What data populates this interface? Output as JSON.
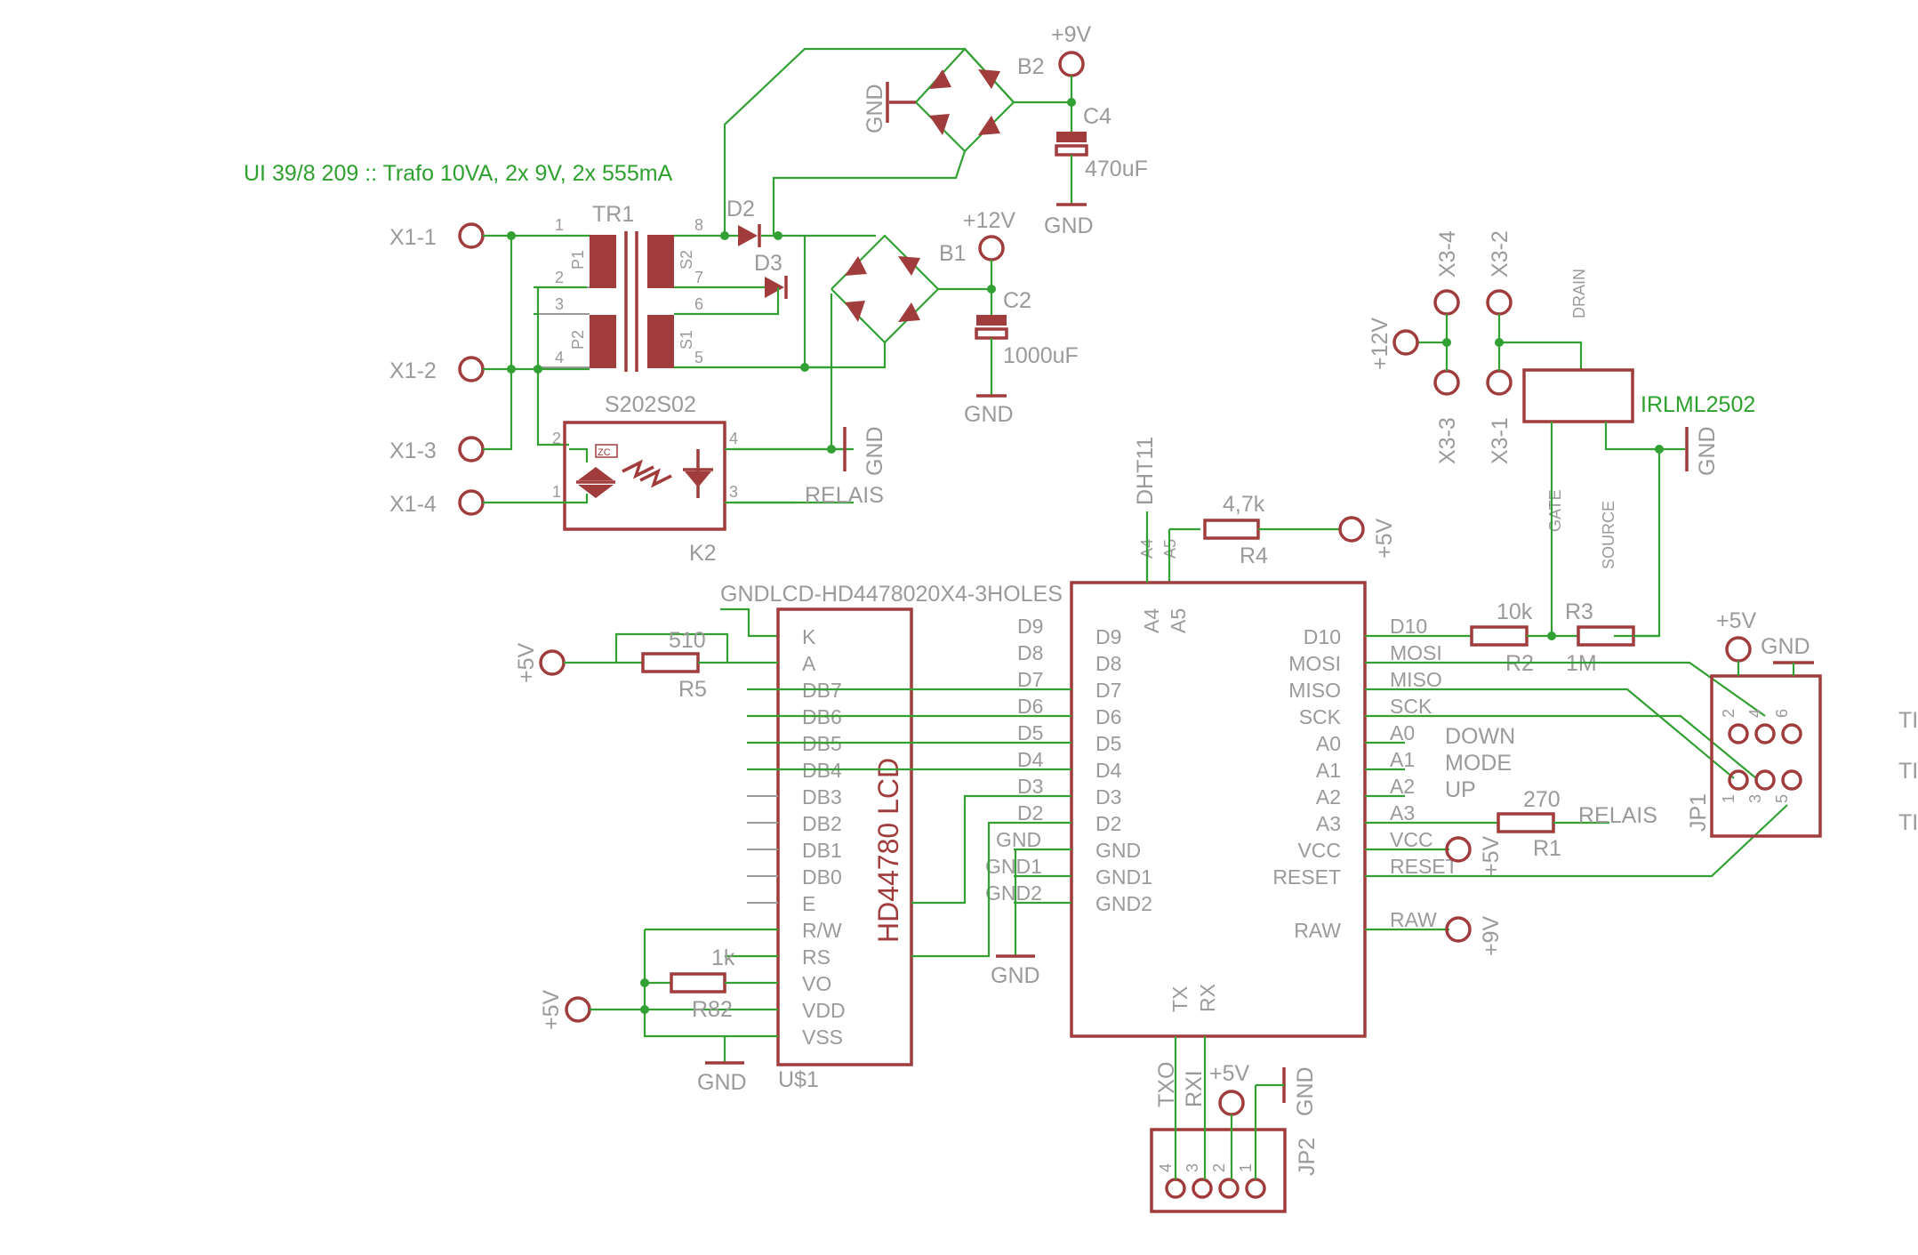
{
  "title": "UI 39/8 209 :: Trafo 10VA, 2x 9V, 2x 555mA",
  "connectors": {
    "x1": [
      "X1-1",
      "X1-2",
      "X1-3",
      "X1-4"
    ],
    "x3": [
      "X3-4",
      "X3-2",
      "X3-3",
      "X3-1"
    ]
  },
  "supplies": {
    "v9": "+9V",
    "v12": "+12V",
    "v5": "+5V",
    "gnd": "GND"
  },
  "transformer": {
    "ref": "TR1",
    "pins": [
      "1",
      "2",
      "3",
      "4",
      "8",
      "7",
      "6",
      "5"
    ],
    "windings": [
      "P1",
      "P2",
      "S2",
      "S1"
    ]
  },
  "diodes": {
    "d2": "D2",
    "d3": "D3"
  },
  "bridges": {
    "b1": "B1",
    "b2": "B2"
  },
  "capacitors": {
    "c4": {
      "ref": "C4",
      "value": "470uF"
    },
    "c2": {
      "ref": "C2",
      "value": "1000uF"
    }
  },
  "relay": {
    "ref": "K2",
    "part": "S202S02",
    "pins": [
      "2",
      "1",
      "4",
      "3"
    ],
    "zc": "ZC",
    "signal": "RELAIS"
  },
  "mosfet": {
    "part": "IRLML2502",
    "drain": "DRAIN",
    "gate": "GATE",
    "source": "SOURCE"
  },
  "resistors": {
    "r4": {
      "ref": "R4",
      "value": "4,7k"
    },
    "r5": {
      "ref": "R5",
      "value": "510"
    },
    "r82": {
      "ref": "R82",
      "value": "1k"
    },
    "r2": {
      "ref": "R2",
      "value": "10k"
    },
    "r3": {
      "ref": "R3",
      "value": "1M"
    },
    "r1": {
      "ref": "R1",
      "value": "270"
    }
  },
  "sensor": {
    "name": "DHT11",
    "pin_a4": "A4",
    "pin_a5": "A5"
  },
  "lcd": {
    "ref": "U$1",
    "device": "GNDLCD-HD4478020X4-3HOLES",
    "body_label": "HD44780 LCD",
    "pins": [
      "K",
      "A",
      "DB7",
      "DB6",
      "DB5",
      "DB4",
      "DB3",
      "DB2",
      "DB1",
      "DB0",
      "E",
      "R/W",
      "RS",
      "VO",
      "VDD",
      "VSS"
    ]
  },
  "arduino": {
    "left_pins": [
      "D9",
      "D8",
      "D7",
      "D6",
      "D5",
      "D4",
      "D3",
      "D2",
      "GND",
      "GND1",
      "GND2"
    ],
    "left_nets": [
      "D9",
      "D8",
      "D7",
      "D6",
      "D5",
      "D4",
      "D3",
      "D2",
      "GND",
      "GND1",
      "GND2"
    ],
    "right_pins": [
      "D10",
      "MOSI",
      "MISO",
      "SCK",
      "A0",
      "A1",
      "A2",
      "A3",
      "VCC",
      "RESET",
      "RAW"
    ],
    "right_nets": [
      "D10",
      "MOSI",
      "MISO",
      "SCK",
      "A0",
      "A1",
      "A2",
      "A3",
      "VCC",
      "RESET",
      "RAW"
    ],
    "top_pins": [
      "A4",
      "A5"
    ],
    "bottom_pins": [
      "TX",
      "RX"
    ]
  },
  "buttons": [
    "DOWN",
    "MODE",
    "UP"
  ],
  "jp1": {
    "ref": "JP1",
    "pins": [
      "2",
      "4",
      "6",
      "1",
      "3",
      "5"
    ]
  },
  "jp2": {
    "ref": "JP2",
    "pins": [
      "4",
      "3",
      "2",
      "1"
    ],
    "nets": [
      "TXO",
      "RXI"
    ]
  },
  "clipped_labels": [
    "TI",
    "TI",
    "TI"
  ]
}
